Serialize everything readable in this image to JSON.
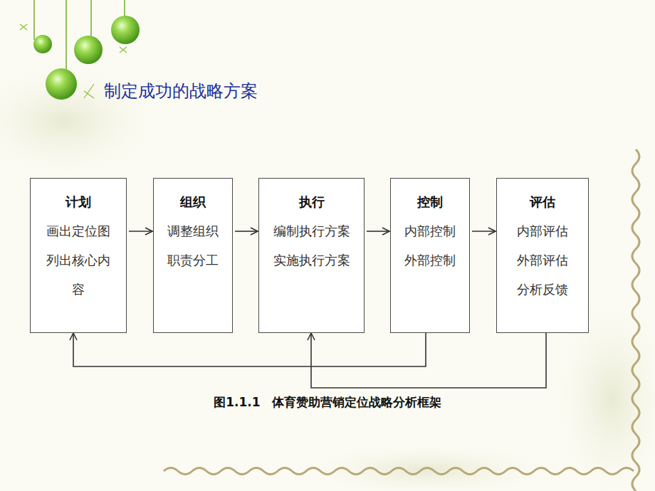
{
  "diagram": {
    "title": "制定成功的战略方案",
    "caption": "图1.1.1 体育赞助营销定位战略分析框架",
    "nodes": [
      {
        "text": [
          "计划",
          "画出定位图",
          "列出核心内容"
        ]
      },
      {
        "text": [
          "组织",
          "调整组织",
          "职责分工"
        ]
      },
      {
        "text": [
          "执行",
          "编制执行方案",
          "实施执行方案"
        ]
      },
      {
        "text": [
          "控制",
          "内部控制",
          "外部控制"
        ]
      },
      {
        "text": [
          "评估",
          "内部评估",
          "外部评估",
          "分析反馈"
        ]
      }
    ],
    "edges": [
      {
        "from": 0,
        "to": 1,
        "arrow": "to"
      },
      {
        "from": 1,
        "to": 2,
        "arrow": "to"
      },
      {
        "from": 2,
        "to": 3,
        "arrow": "to"
      },
      {
        "from": 3,
        "to": 4,
        "arrow": "to"
      },
      {
        "from": 3,
        "to": 0,
        "arrow": "to"
      },
      {
        "from": 4,
        "to": 2,
        "arrow": "to"
      }
    ]
  }
}
